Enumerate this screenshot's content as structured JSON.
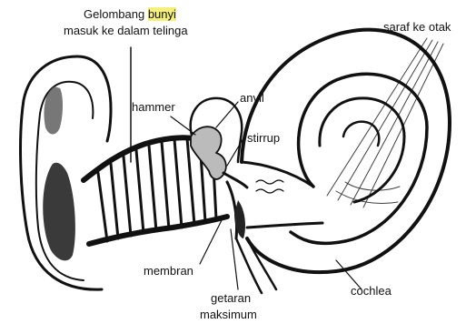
{
  "diagram": {
    "labels": {
      "sound_line1_prefix": "Gelombang ",
      "sound_line1_highlight": "bunyi",
      "sound_line2": "masuk ke dalam telinga",
      "hammer": "hammer",
      "anvil": "anvil",
      "stirrup": "stirrup",
      "nerve": "saraf ke otak",
      "membrane": "membran",
      "vibration_line1": "getaran",
      "vibration_line2": "maksimum",
      "cochlea": "cochlea"
    },
    "colors": {
      "ink": "#111111",
      "highlight": "#f5f07a",
      "shade": "#3a3a3a"
    }
  }
}
